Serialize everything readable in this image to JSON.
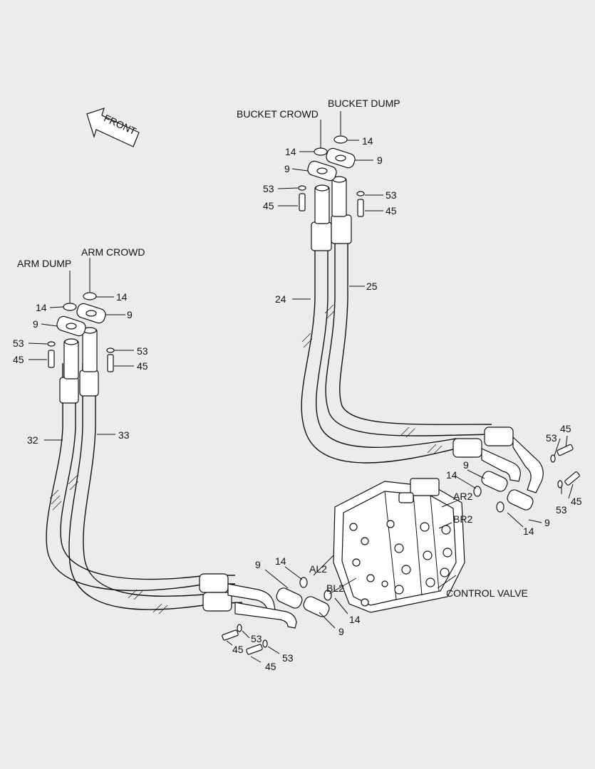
{
  "diagram": {
    "front_label": "FRONT",
    "groups": {
      "bucket_crowd": "BUCKET CROWD",
      "bucket_dump": "BUCKET DUMP",
      "arm_dump": "ARM DUMP",
      "arm_crowd": "ARM CROWD",
      "control_valve": "CONTROL VALVE"
    },
    "ports": {
      "ar2": "AR2",
      "br2": "BR2",
      "al2": "AL2",
      "bl2": "BL2"
    },
    "part_numbers": {
      "p9": "9",
      "p14": "14",
      "p24": "24",
      "p25": "25",
      "p32": "32",
      "p33": "33",
      "p45": "45",
      "p53": "53"
    }
  }
}
